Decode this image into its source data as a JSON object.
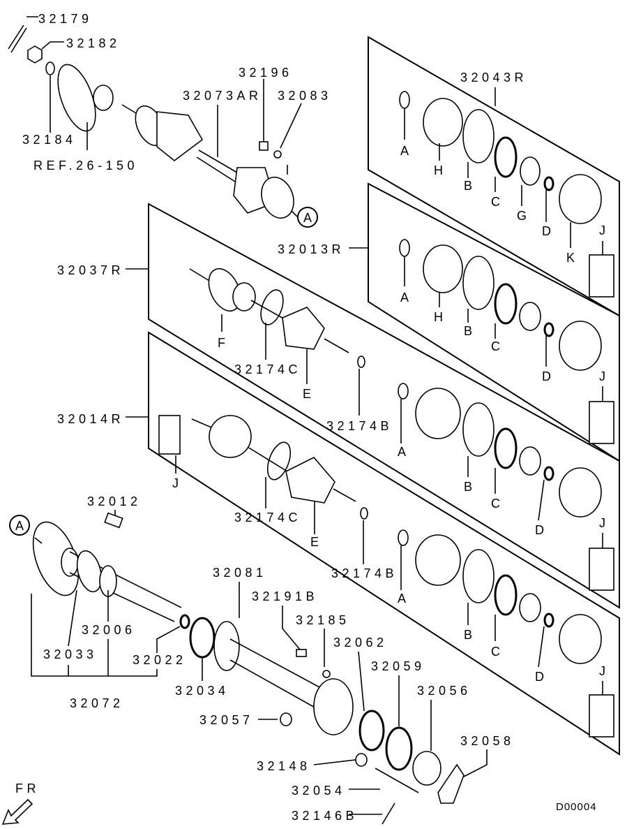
{
  "diagram_id": "D00004",
  "labels": {
    "p32179": "32179",
    "p32182": "32182",
    "p32184": "32184",
    "ref": "REF.26-150",
    "p32196": "32196",
    "p32073AR": "32073AR",
    "p32083": "32083",
    "p32043R": "32043R",
    "circleA": "A",
    "p32013R": "32013R",
    "p32037R": "32037R",
    "p32014R": "32014R",
    "p32012": "32012",
    "p32081": "32081",
    "p32191B": "32191B",
    "p32185": "32185",
    "p32062": "32062",
    "p32006": "32006",
    "p32033": "32033",
    "p32022": "32022",
    "p32059": "32059",
    "p32056": "32056",
    "p32034": "32034",
    "p32072": "32072",
    "p32057": "32057",
    "p32058": "32058",
    "p32148": "32148",
    "p32054": "32054",
    "p32146B": "32146B",
    "fr": "FR",
    "p32174C": "32174C",
    "p32174B": "32174B",
    "A": "A",
    "B": "B",
    "C": "C",
    "D": "D",
    "E": "E",
    "F": "F",
    "G": "G",
    "H": "H",
    "J": "J",
    "K": "K"
  }
}
